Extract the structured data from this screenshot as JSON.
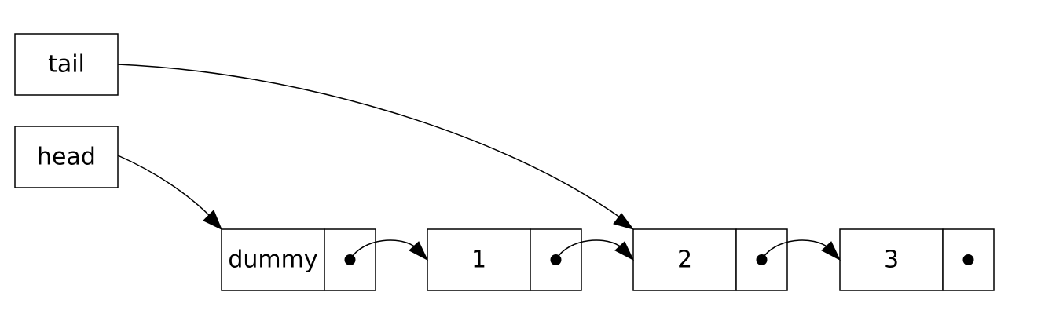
{
  "pointers": [
    {
      "id": "tail",
      "label": "tail",
      "target": "node-2"
    },
    {
      "id": "head",
      "label": "head",
      "target": "node-dummy"
    }
  ],
  "nodes": [
    {
      "id": "node-dummy",
      "value": "dummy",
      "next": "node-1"
    },
    {
      "id": "node-1",
      "value": "1",
      "next": "node-2"
    },
    {
      "id": "node-2",
      "value": "2",
      "next": "node-3"
    },
    {
      "id": "node-3",
      "value": "3",
      "next": null
    }
  ]
}
